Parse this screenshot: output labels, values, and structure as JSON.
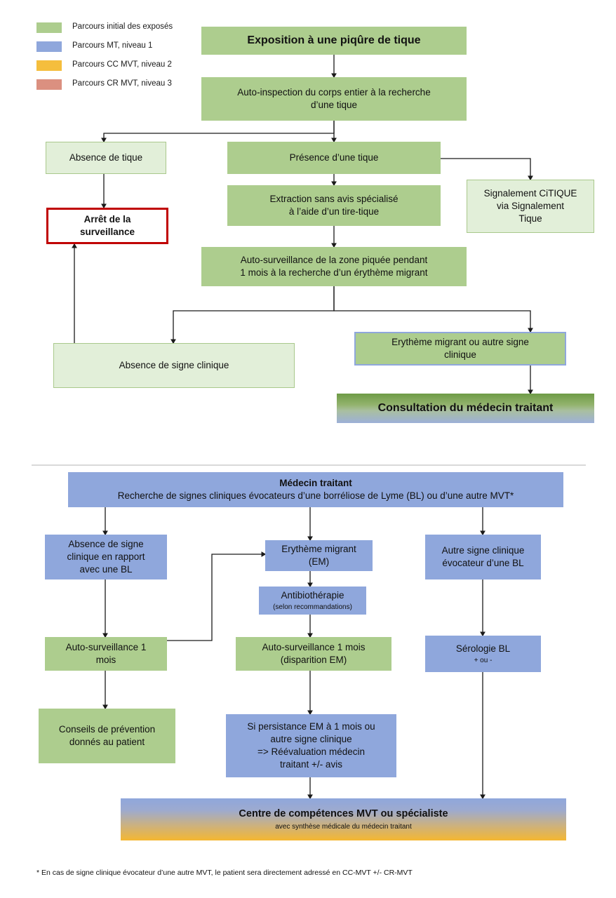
{
  "legend": {
    "items": [
      {
        "label": "Parcours initial des exposés",
        "color": "#ADCD8E"
      },
      {
        "label": "Parcours MT, niveau 1",
        "color": "#8FA7DC"
      },
      {
        "label": "Parcours CC MVT, niveau 2",
        "color": "#F5BE3D"
      },
      {
        "label": "Parcours CR MVT, niveau 3",
        "color": "#DB9080"
      }
    ]
  },
  "colors": {
    "green": "#ADCD8E",
    "light_green": "#E2EFD9",
    "blue": "#8FA7DC",
    "orange": "#F5BE3D",
    "salmon": "#DB9080",
    "red_border": "#C00000",
    "arrow": "#1a1a1a",
    "divider": "#D9D9D9"
  },
  "section1": {
    "nodes": {
      "exposition": "Exposition à une piqûre de tique",
      "auto_inspection_l1": "Auto-inspection du corps entier à la recherche",
      "auto_inspection_l2": "d’une tique",
      "absence_tique": "Absence de tique",
      "presence_tique": "Présence d’une tique",
      "signalement_l1": "Signalement CiTIQUE",
      "signalement_l2": "via Signalement",
      "signalement_l3": "Tique",
      "arret_l1": "Arrêt de la",
      "arret_l2": "surveillance",
      "extraction_l1": "Extraction sans avis spécialisé",
      "extraction_l2": "à l’aide d’un tire-tique",
      "auto_surv_l1": "Auto-surveillance de la zone piquée pendant",
      "auto_surv_l2": "1 mois à la recherche d’un érythème migrant",
      "absence_signe": "Absence de signe clinique",
      "erytheme_l1": "Erythème migrant ou autre signe",
      "erytheme_l2": "clinique",
      "consultation": "Consultation du médecin traitant"
    }
  },
  "section2": {
    "nodes": {
      "medecin_title": "Médecin traitant",
      "medecin_sub": "Recherche de signes cliniques évocateurs d’une borréliose de Lyme (BL) ou d’une autre MVT*",
      "absence_signe_l1": "Absence de signe",
      "absence_signe_l2": "clinique en rapport",
      "absence_signe_l3": "avec une BL",
      "em_l1": "Erythème migrant",
      "em_l2": "(EM)",
      "autre_signe_l1": "Autre signe clinique",
      "autre_signe_l2": "évocateur d’une BL",
      "antibio_title": "Antibiothérapie",
      "antibio_sub": "(selon recommandations)",
      "autosurv_g_l1": "Auto-surveillance 1",
      "autosurv_g_l2": "mois",
      "autosurv_em_l1": "Auto-surveillance 1 mois",
      "autosurv_em_l2": "(disparition EM)",
      "serologie_title": "Sérologie BL",
      "serologie_sub": "+ ou -",
      "conseils_l1": "Conseils de prévention",
      "conseils_l2": "donnés au patient",
      "persistance_l1": "Si persistance EM à 1 mois ou",
      "persistance_l2": "autre signe clinique",
      "persistance_l3": "=> Réévaluation médecin",
      "persistance_l4": "traitant +/-  avis",
      "centre_title": "Centre de compétences MVT ou spécialiste",
      "centre_sub": "avec synthèse médicale du médecin traitant"
    }
  },
  "footnote": "* En cas de signe clinique évocateur d’une autre MVT, le patient sera directement adressé en CC-MVT +/- CR-MVT"
}
